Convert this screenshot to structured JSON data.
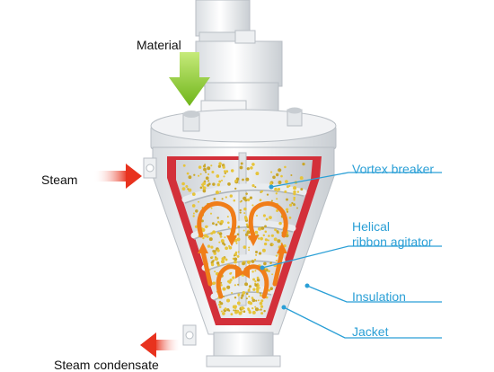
{
  "labels": {
    "material": "Material",
    "steam": "Steam",
    "steam_condensate": "Steam condensate",
    "vortex_breaker": "Vortex breaker",
    "helical_line1": "Helical",
    "helical_line2": "ribbon agitator",
    "insulation": "Insulation",
    "jacket": "Jacket"
  },
  "colors": {
    "leader_line": "#2a9fd6",
    "label_text": "#2a9fd6",
    "flow_arrow": "#f07d19",
    "steam_arrow": "#e8321e",
    "material_arrow": "#7dc21e",
    "jacket": "#d3303a",
    "particles": "#e6c43a"
  }
}
